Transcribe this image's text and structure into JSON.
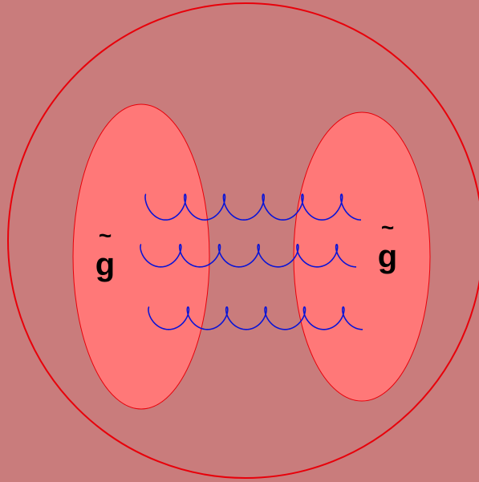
{
  "colors": {
    "background": "#c97c7c",
    "outer_circle_stroke": "#e8000a",
    "blob_fill": "#ff7878",
    "blob_stroke": "#e8000a",
    "gluon": "#0a14d6",
    "label": "#000000"
  },
  "labels": {
    "left_particle": "g",
    "left_tilde": "~",
    "right_particle": "g",
    "right_tilde": "~"
  },
  "icons": {
    "gluon_lines": "curly-gluon-line"
  }
}
